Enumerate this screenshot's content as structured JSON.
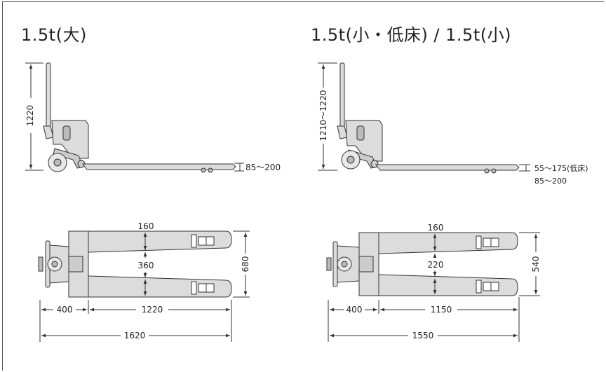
{
  "left": {
    "title": "1.5t(大)",
    "height": "1220",
    "lift": "85〜200",
    "fork_width": "160",
    "inner": "360",
    "outer": "680",
    "handle": "400",
    "fork_length": "1220",
    "total": "1620"
  },
  "right": {
    "title": "1.5t(小・低床) / 1.5t(小)",
    "height": "1210〜1220",
    "lift1": "55〜175(低床)",
    "lift2": "85〜200",
    "fork_width": "160",
    "inner": "220",
    "outer": "540",
    "handle": "400",
    "fork_length": "1150",
    "total": "1550"
  },
  "colors": {
    "fill": "#dcdcdc",
    "line": "#333333"
  }
}
